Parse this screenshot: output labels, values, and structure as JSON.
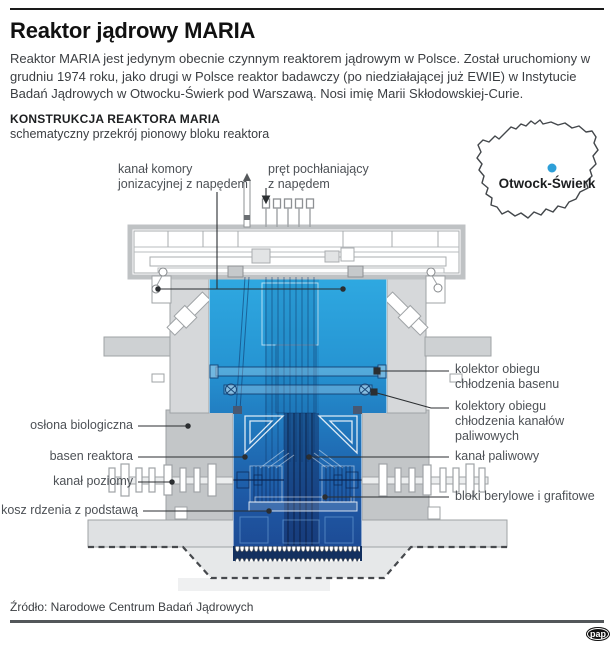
{
  "header": {
    "title": "Reaktor jądrowy MARIA",
    "intro": "Reaktor MARIA jest jedynym obecnie czynnym reaktorem jądrowym w Polsce. Został uruchomiony w grudniu 1974 roku, jako drugi w Polsce reaktor badawczy (po niedziałającej już EWIE) w Instytucie Badań Jądrowych w Otwocku-Świerk pod Warszawą. Nosi imię Marii Skłodowskiej-Curie."
  },
  "section": {
    "heading": "KONSTRUKCJA REAKTORA MARIA",
    "subheading": "schematyczny przekrój pionowy bloku reaktora"
  },
  "map": {
    "location_label": "Otwock-Świerk",
    "dot_color": "#2d9fd8"
  },
  "diagram": {
    "labels": {
      "kanal_komory": [
        "kanał komory",
        "jonizacyjnej z napędem"
      ],
      "pret_pochlaniajacy": [
        "pręt pochłaniający",
        "z napędem"
      ],
      "kolektor_basenu": [
        "kolektor obiegu",
        "chłodzenia basenu"
      ],
      "kolektory_kanalow": [
        "kolektory obiegu",
        "chłodzenia kanałów",
        "paliwowych"
      ],
      "kanal_paliwowy": [
        "kanał paliwowy"
      ],
      "bloki_berylowe": [
        "bloki berylowe i grafitowe"
      ],
      "oslona_biologiczna": [
        "osłona biologiczna"
      ],
      "basen_reaktora": [
        "basen reaktora"
      ],
      "kanal_poziomy": [
        "kanał poziomy"
      ],
      "kosz_rdzenia": [
        "kosz rdzenia z podstawą"
      ]
    },
    "colors": {
      "pool_top": "#2fa9e1",
      "pool_bottom": "#1d4a94",
      "wall_light": "#d6d8da",
      "wall_dark": "#c3c6c8"
    }
  },
  "footer": {
    "source": "Źródło: Narodowe Centrum Badań Jądrowych",
    "agency": "pap"
  }
}
